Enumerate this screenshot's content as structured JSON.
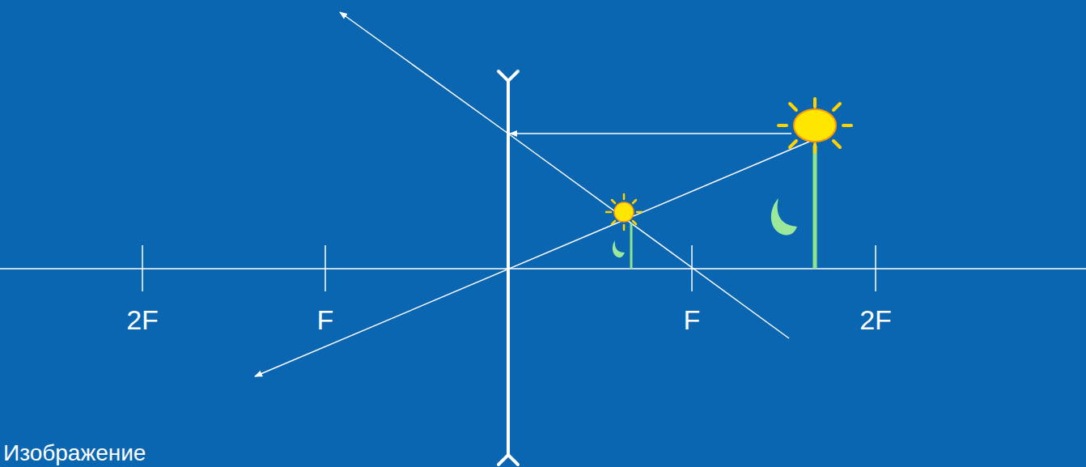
{
  "diagram": {
    "labels": [
      "2F",
      "F",
      "F",
      "2F",
      "Изображение"
    ]
  }
}
